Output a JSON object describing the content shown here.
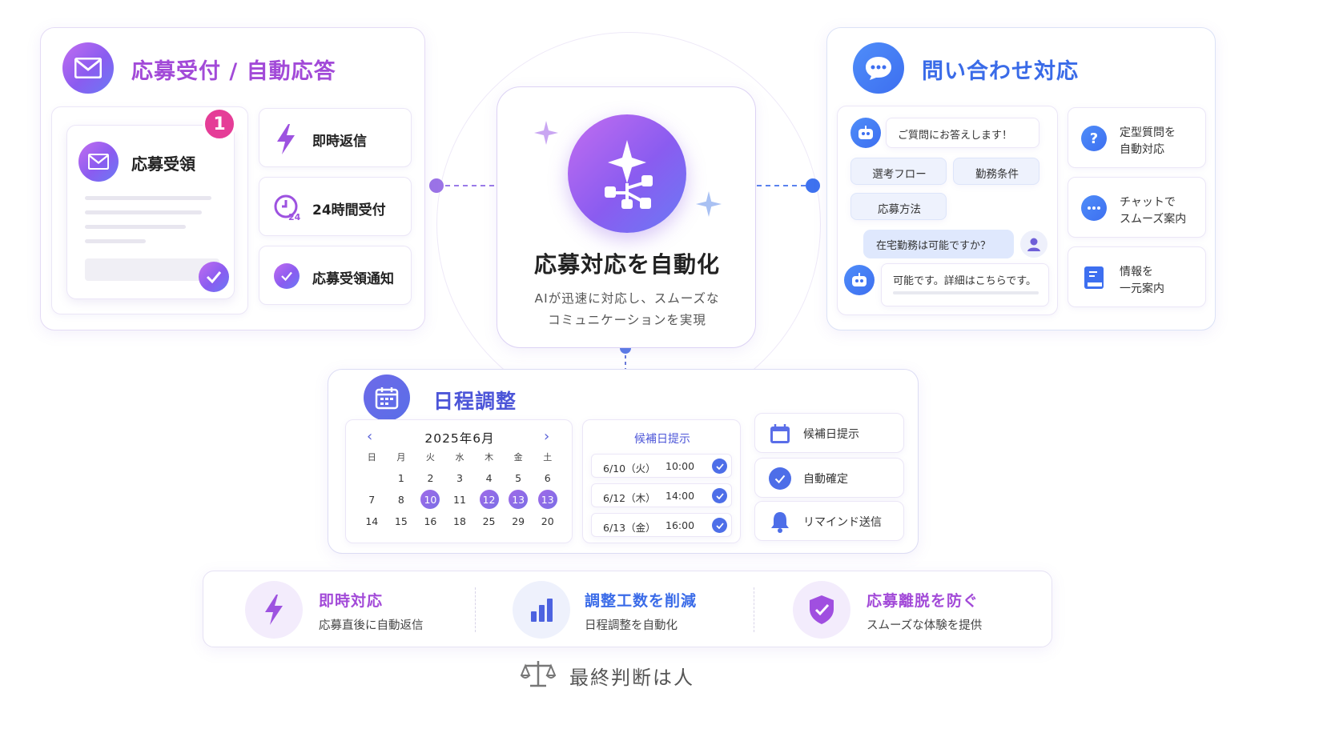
{
  "center": {
    "title": "応募対応を自動化",
    "desc_line1": "AIが迅速に対応し、スムーズな",
    "desc_line2": "コミュニケーションを実現"
  },
  "application": {
    "title": "応募受付 / 自動応答",
    "receipt_label": "応募受領",
    "badge_count": "1",
    "features": [
      "即時返信",
      "24時間受付",
      "応募受領通知"
    ]
  },
  "inquiry": {
    "title": "問い合わせ対応",
    "bot_greeting": "ご質問にお答えします！",
    "chips": [
      "選考フロー",
      "勤務条件",
      "応募方法"
    ],
    "user_question": "在宅勤務は可能ですか？",
    "bot_answer": "可能です。詳細はこちらです。",
    "features": [
      {
        "line1": "定型質問を",
        "line2": "自動対応"
      },
      {
        "line1": "チャットで",
        "line2": "スムーズ案内"
      },
      {
        "line1": "情報を",
        "line2": "一元案内"
      }
    ]
  },
  "schedule": {
    "title": "日程調整",
    "calendar": {
      "month": "2025年6月",
      "weekdays": [
        "日",
        "月",
        "火",
        "水",
        "木",
        "金",
        "土"
      ],
      "weeks": [
        [
          "",
          "1",
          "2",
          "3",
          "4",
          "5",
          "6"
        ],
        [
          "7",
          "8",
          "10",
          "11",
          "12",
          "13",
          "13"
        ],
        [
          "14",
          "15",
          "16",
          "18",
          "25",
          "29",
          "20"
        ]
      ],
      "highlighted": [
        "10",
        "12",
        "13"
      ]
    },
    "candidates_title": "候補日提示",
    "candidates": [
      {
        "date": "6/10（火）",
        "time": "10:00"
      },
      {
        "date": "6/12（木）",
        "time": "14:00"
      },
      {
        "date": "6/13（金）",
        "time": "16:00"
      }
    ],
    "features": [
      "候補日提示",
      "自動確定",
      "リマインド送信"
    ]
  },
  "benefits": [
    {
      "title": "即時対応",
      "desc": "応募直後に自動返信"
    },
    {
      "title": "調整工数を削減",
      "desc": "日程調整を自動化"
    },
    {
      "title": "応募離脱を防ぐ",
      "desc": "スムーズな体験を提供"
    }
  ],
  "footer": {
    "label": "最終判断は人"
  },
  "colors": {
    "purple": "#a24ad8",
    "blue": "#3a6be8",
    "pink": "#e53d97",
    "accent": "#8a5cf0"
  }
}
